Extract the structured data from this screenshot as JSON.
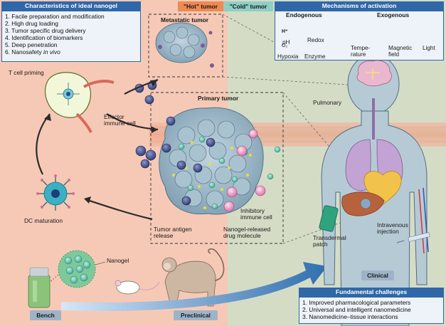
{
  "characteristics": {
    "title": "Characteristics of ideal nanogel",
    "items": [
      "1. Facile preparation and modification",
      "2. High drug loading",
      "3. Tumor specific drug delivery",
      "4. Identification of biomarkers",
      "5. Deep penetration",
      "6. Nanosafety in vivo"
    ]
  },
  "tumor_states": {
    "hot": "\"Hot\" tumor",
    "cold": "\"Cold\" tumor"
  },
  "mechanisms": {
    "title": "Mechanisms of activation",
    "endogenous": "Endogenous",
    "exogenous": "Exogenous",
    "items": {
      "ph": "pH",
      "ph_symbol": "H⁺",
      "redox": "Redox",
      "hypoxia": "Hypoxia",
      "o2_symbol": "O₂",
      "enzyme": "Enzyme",
      "temperature": "Tempe-\nrature",
      "magnetic": "Magnetic\nfield",
      "light": "Light"
    }
  },
  "labels": {
    "metastatic": "Metastatic tumor",
    "primary": "Primary tumor",
    "tcell": "T cell priming",
    "effector": "Effector\nimmune cell",
    "dc": "DC maturation",
    "antigen": "Tumor antigen\nrelease",
    "nanogel_release": "Nanogel-released\ndrug molecule",
    "inhibitory": "Inhibitory\nimmune cell",
    "nanogel": "Nanogel",
    "pulmonary": "Pulmonary",
    "intravenous": "Intravenous\ninjection",
    "transdermal": "Transdermal\npatch"
  },
  "stages": {
    "bench": "Bench",
    "preclinical": "Preclinical",
    "clinical": "Clinical"
  },
  "challenges": {
    "title": "Fundamental challenges",
    "items": [
      "1. Improved pharmacological parameters",
      "2. Universal and intelligent nanomedicine",
      "3. Nanomedicine–tissue interactions"
    ]
  },
  "colors": {
    "hot_bg": "#f6c9b6",
    "cold_bg": "#d5dcc6",
    "title_blue": "#2f67a9",
    "hot_chip": "#ef8a52",
    "cold_chip": "#8ecfc6",
    "tumor": "#9fb9c8",
    "body": "#b6cad6"
  },
  "icons": [
    "ph-icon",
    "redox-icon",
    "hypoxia-icon",
    "enzyme-icon",
    "thermometer-icon",
    "magnetic-field-icon",
    "light-icon",
    "brain-icon",
    "lungs-icon",
    "heart-icon",
    "liver-icon",
    "vial-icon",
    "mouse-icon",
    "monkey-icon",
    "syringe-icon",
    "patch-icon"
  ]
}
